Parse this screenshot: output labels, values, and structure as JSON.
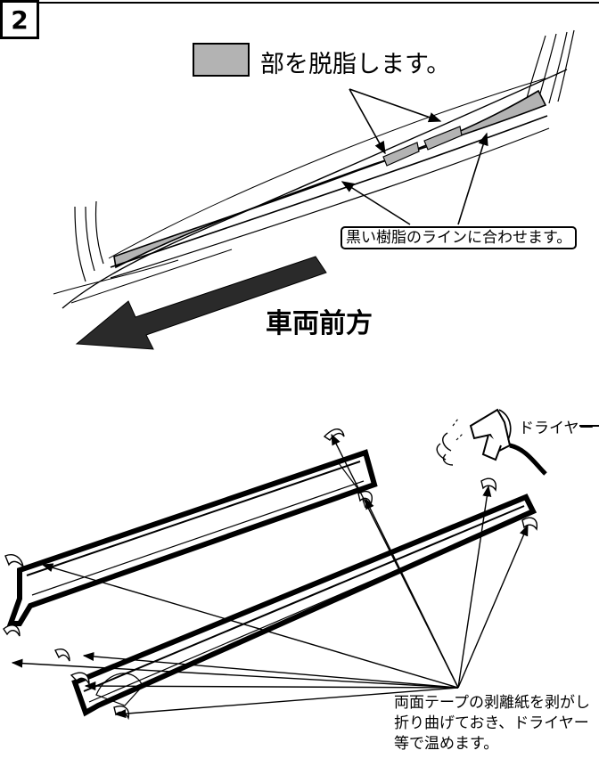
{
  "step": {
    "number": "2"
  },
  "legend": {
    "text": "部を脱脂します。",
    "swatch_color": "#b3b3b3"
  },
  "callout": {
    "text": "黒い樹脂のラインに合わせます。"
  },
  "direction": {
    "text": "車両前方"
  },
  "dryer": {
    "label": "ドライヤー"
  },
  "instruction": {
    "lines": [
      "両面テープの剥離紙を剥がし",
      "折り曲げておき、ドライヤー",
      "等で温めます。"
    ]
  },
  "colors": {
    "line": "#000000",
    "shade": "#b3b3b3",
    "background": "#ffffff"
  },
  "icons": [
    "hair-dryer-icon",
    "vehicle-forward-arrow-icon"
  ]
}
